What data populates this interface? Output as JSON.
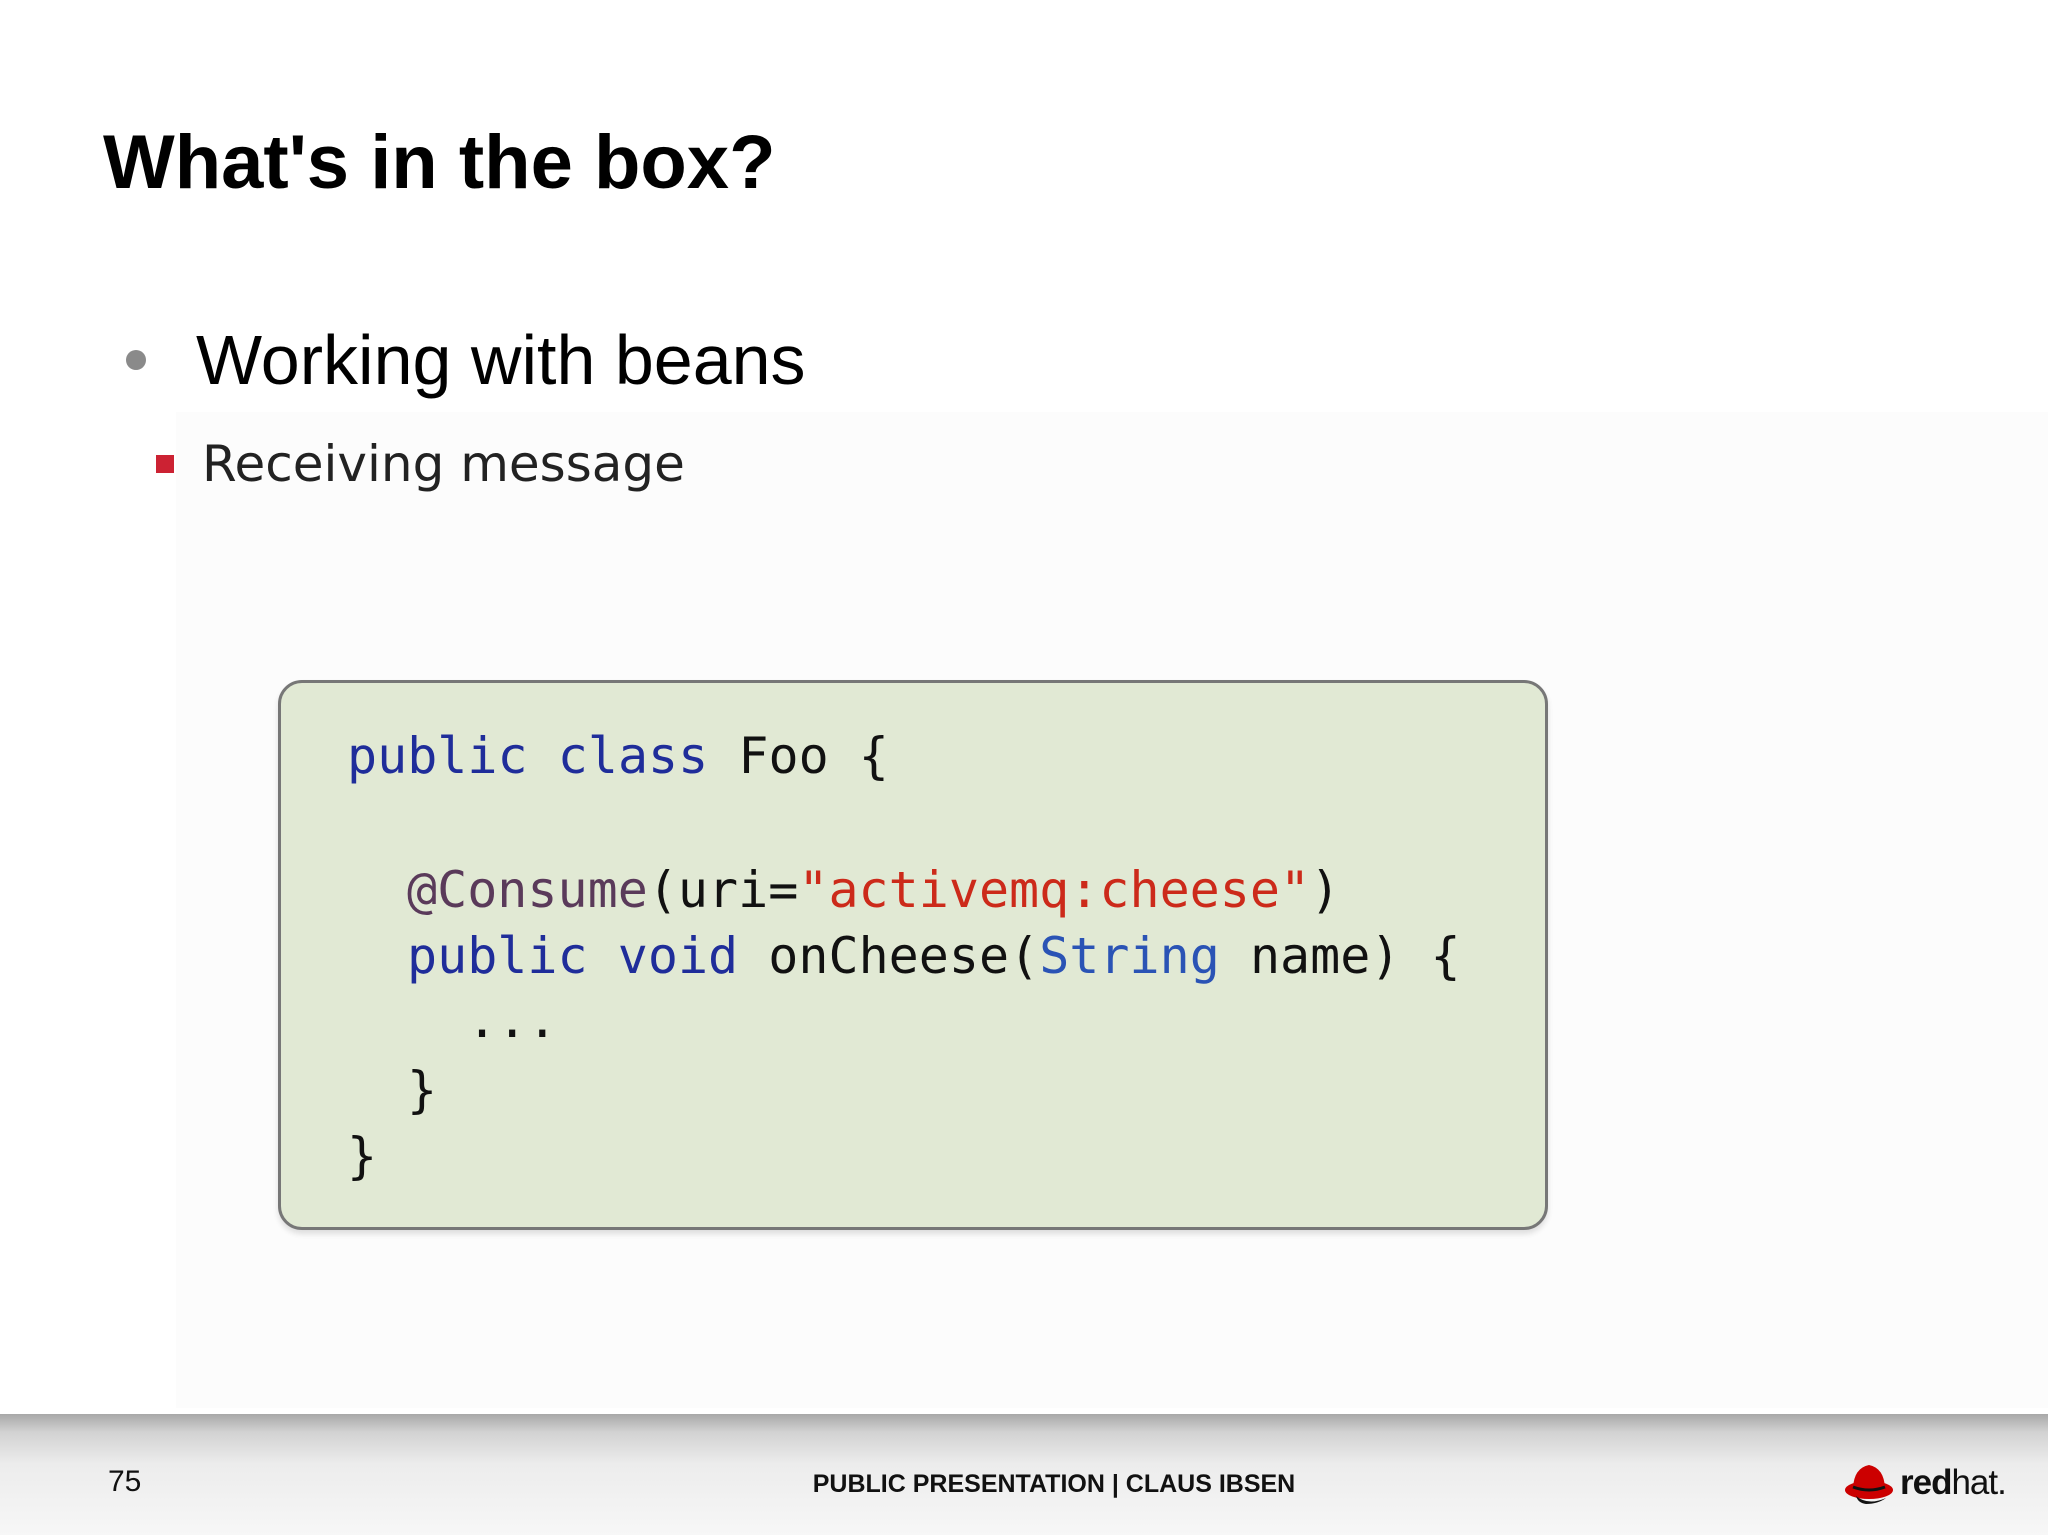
{
  "slide": {
    "title": "What's in the box?",
    "bullet_level1": "Working with beans",
    "bullet_level2": "Receiving message"
  },
  "code": {
    "line1": {
      "kw1": "public",
      "kw2": "class",
      "name": "Foo",
      "brace": "{"
    },
    "line2": {
      "annotation": "@Consume",
      "open": "(uri=",
      "string": "\"activemq:cheese\"",
      "close": ")"
    },
    "line3": {
      "kw1": "public",
      "kw2": "void",
      "method": "onCheese(",
      "type": "String",
      "rest": "name) {"
    },
    "line4": "...",
    "line5": "}",
    "line6": "}"
  },
  "footer": {
    "page_number": "75",
    "presentation_label": "PUBLIC PRESENTATION | CLAUS IBSEN",
    "logo_icon": "redhat-shadowman-icon",
    "logo_text_bold": "red",
    "logo_text_light": "hat."
  },
  "colors": {
    "keyword": "#1f2d9a",
    "annotation": "#5a3a5a",
    "string": "#cc2a1a",
    "type": "#2a53b5",
    "code_background": "#e1e9d4",
    "bullet_square": "#cc2233",
    "brand_red": "#cc0000"
  }
}
